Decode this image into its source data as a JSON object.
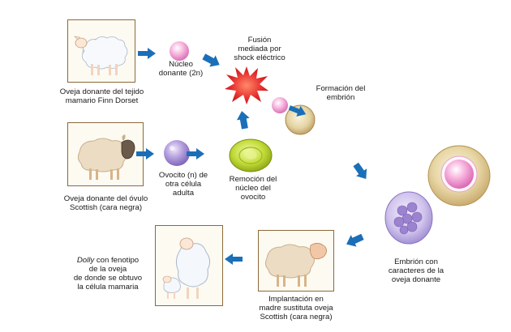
{
  "labels": {
    "donor_tissue_line1": "Oveja donante del tejido",
    "donor_tissue_line2": "mamario Finn Dorset",
    "nucleus_line1": "Núcleo",
    "nucleus_line2": "donante (2n)",
    "fusion_line1": "Fusión",
    "fusion_line2": "mediada por",
    "fusion_line3": "shock eléctrico",
    "embryo_form_line1": "Formación del",
    "embryo_form_line2": "embrión",
    "donor_ovum_line1": "Oveja donante del óvulo",
    "donor_ovum_line2": "Scottish (cara negra)",
    "oocyte_line1": "Ovocito (n) de",
    "oocyte_line2": "otra célula",
    "oocyte_line3": "adulta",
    "removal_line1": "Remoción del",
    "removal_line2": "núcleo del",
    "removal_line3": "ovocito",
    "embryo_donor_line1": "Embrión con",
    "embryo_donor_line2": "caracteres de la",
    "embryo_donor_line3": "oveja donante",
    "implant_line1": "Implantación en",
    "implant_line2": "madre sustituta oveja",
    "implant_line3": "Scottish (cara negra)",
    "dolly_italic": "Dolly",
    "dolly_line1_rest": " con fenotipo",
    "dolly_line2": "de la oveja",
    "dolly_line3": "de donde se obtuvo",
    "dolly_line4": "la célula mamaria"
  },
  "colors": {
    "arrow": "#1b6fb8",
    "box_border": "#8a6a3a",
    "box_fill": "#fdfaf2",
    "burst": "#e02020",
    "nucleus_pink": "#f29ad0",
    "oocyte_purple": "#9c83cf",
    "removed_oocyte_green": "#b5cf2a",
    "embryo_tan": "#c9ad6a"
  },
  "icons": [
    "finn-dorset-sheep-icon",
    "scottish-blackface-sheep-icon",
    "surrogate-sheep-icon",
    "dolly-lamb-icon",
    "electric-shock-burst-icon"
  ]
}
